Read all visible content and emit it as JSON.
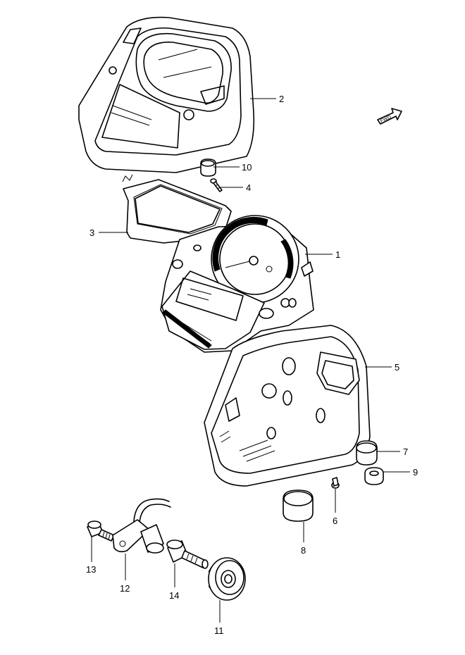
{
  "callouts": [
    {
      "id": "1",
      "text": "1"
    },
    {
      "id": "2",
      "text": "2"
    },
    {
      "id": "3",
      "text": "3"
    },
    {
      "id": "4",
      "text": "4"
    },
    {
      "id": "5",
      "text": "5"
    },
    {
      "id": "6",
      "text": "6"
    },
    {
      "id": "7",
      "text": "7"
    },
    {
      "id": "8",
      "text": "8"
    },
    {
      "id": "9",
      "text": "9"
    },
    {
      "id": "10",
      "text": "10"
    },
    {
      "id": "11",
      "text": "11"
    },
    {
      "id": "12",
      "text": "12"
    },
    {
      "id": "13",
      "text": "13"
    },
    {
      "id": "14",
      "text": "14"
    }
  ],
  "direction_arrow": {
    "label": "FWD",
    "icon": "forward-arrow-icon"
  }
}
